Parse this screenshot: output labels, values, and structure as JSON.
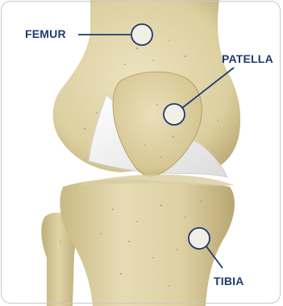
{
  "labels": {
    "femur": "FEMUR",
    "patella": "PATELLA",
    "tibia": "TIBIA"
  },
  "colors": {
    "label_text": "#1f3a6e",
    "leader_line": "#1f3a6e",
    "marker_fill": "#f2efe6",
    "marker_stroke": "#1f3a6e",
    "bone": "#e3d8b0",
    "bone_shadow": "#b9a874",
    "cartilage": "#f4f4f4",
    "frame_border": "#c8c8c8"
  }
}
